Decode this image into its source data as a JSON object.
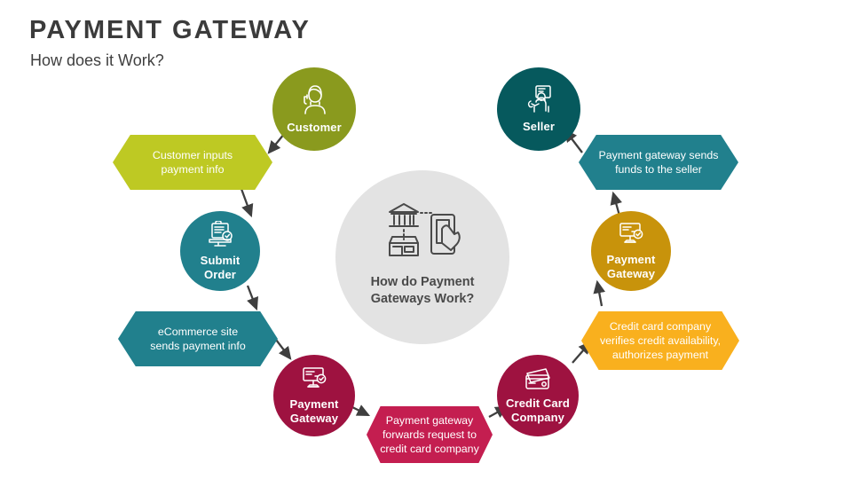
{
  "header": {
    "title": "PAYMENT GATEWAY",
    "subtitle": "How does it Work?"
  },
  "hub": {
    "label": "How do Payment\nGateways Work?",
    "icon": "bank-store-mobile-payment-icon",
    "fill": "#e3e3e3",
    "text_color": "#4a4a4a"
  },
  "colors": {
    "olive": "#8a9a1e",
    "lime": "#bec923",
    "teal": "#21808d",
    "dark_teal": "#06595d",
    "crimson": "#9e1240",
    "pink": "#c41e50",
    "gold": "#c8930b",
    "orange": "#f9b01e",
    "arrow": "#3f3f3f",
    "title": "#3b3b3b"
  },
  "nodes": [
    {
      "id": "customer",
      "label": "Customer",
      "icon": "customer-headset-icon",
      "fill": "#8a9a1e"
    },
    {
      "id": "submit-order",
      "label": "Submit\nOrder",
      "icon": "secure-checkout-icon",
      "fill": "#21808d"
    },
    {
      "id": "payment-gateway-left",
      "label": "Payment\nGateway",
      "icon": "payment-monitor-icon",
      "fill": "#9e1240"
    },
    {
      "id": "credit-card-company",
      "label": "Credit Card\nCompany",
      "icon": "credit-card-icon",
      "fill": "#9e1240"
    },
    {
      "id": "payment-gateway-right",
      "label": "Payment\nGateway",
      "icon": "payment-monitor-icon",
      "fill": "#c8930b"
    },
    {
      "id": "seller",
      "label": "Seller",
      "icon": "seller-person-icon",
      "fill": "#06595d"
    }
  ],
  "callouts": [
    {
      "id": "customer-inputs",
      "text": "Customer inputs\npayment info",
      "fill": "#bec923"
    },
    {
      "id": "ecommerce-sends",
      "text": "eCommerce site\nsends payment info",
      "fill": "#21808d"
    },
    {
      "id": "gateway-forwards",
      "text": "Payment gateway\nforwards request to\ncredit card company",
      "fill": "#c41e50"
    },
    {
      "id": "cc-verifies",
      "text": "Credit card company\nverifies credit availability,\nauthorizes payment",
      "fill": "#f9b01e"
    },
    {
      "id": "gateway-sends-funds",
      "text": "Payment gateway sends\nfunds to the seller",
      "fill": "#21808d"
    }
  ]
}
